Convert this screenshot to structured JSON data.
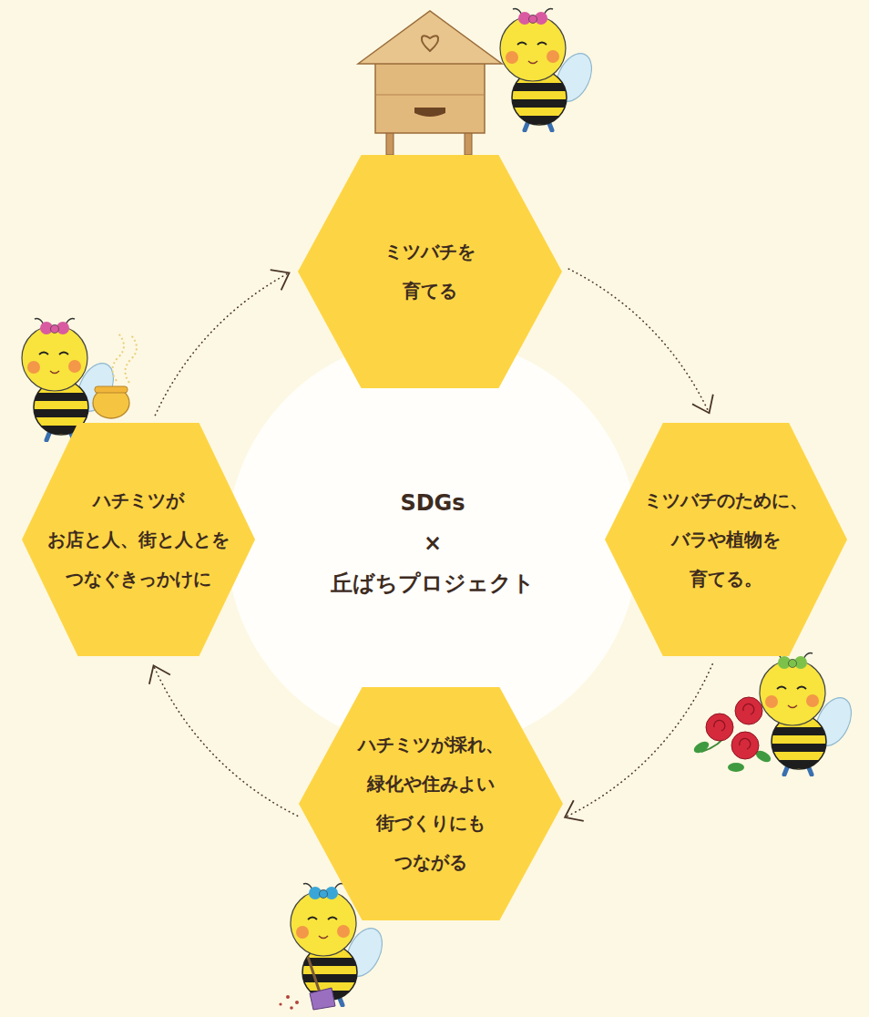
{
  "diagram": {
    "nodes": [
      {
        "text": [
          "ミツバチを 育てる"
        ]
      },
      {
        "text": [
          "ミツバチのために、 バラや植物を 育てる。"
        ]
      },
      {
        "text": [
          "ハチミツが採れ、 緑化や住みよい 街づくりにも つながる"
        ]
      },
      {
        "text": [
          "ハチミツが お店と人、街と人とを つなぐきっかけに"
        ]
      },
      {
        "text": [
          "SDGs × 丘ばちプロジェクト"
        ]
      }
    ],
    "edges": [
      {
        "from": 0,
        "to": 1,
        "arrow": "to"
      },
      {
        "from": 1,
        "to": 2,
        "arrow": "to"
      },
      {
        "from": 2,
        "to": 3,
        "arrow": "to"
      },
      {
        "from": 3,
        "to": 0,
        "arrow": "to"
      }
    ]
  }
}
